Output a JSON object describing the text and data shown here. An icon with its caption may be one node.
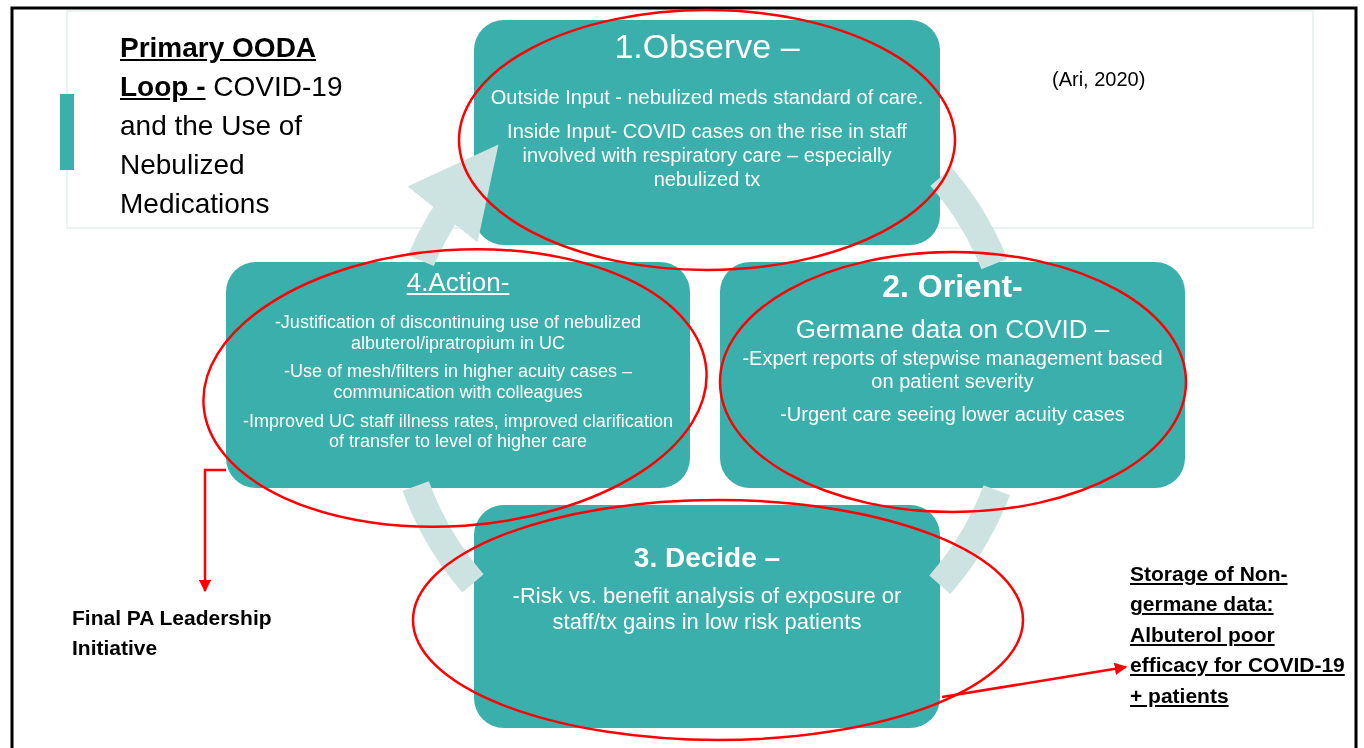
{
  "diagram": {
    "title": "**Primary OODA Loop -** COVID-19 and the Use of Nebulized Medications",
    "nodes": [
      {
        "text": [
          "1.Observe –",
          "Outside Input - nebulized meds standard of care.",
          "Inside Input- COVID cases on the rise in staff involved with respiratory care – especially nebulized tx"
        ]
      },
      {
        "text": [
          "2. Orient-",
          "Germane data on COVID –",
          "-Expert reports of stepwise management based on patient severity",
          "-Urgent care seeing lower acuity cases"
        ]
      },
      {
        "text": [
          "3. Decide –",
          "-Risk vs. benefit analysis of exposure or staff/tx gains in low risk patients"
        ]
      },
      {
        "text": [
          "4.Action-",
          "-Justification of discontinuing use of nebulized albuterol/ipratropium in UC",
          "-Use of mesh/filters in higher acuity cases – communication with colleagues",
          "-Improved UC staff illness rates, improved clarification of transfer to level of higher care"
        ]
      },
      {
        "text": [
          "Final PA  Leadership Initiative"
        ]
      },
      {
        "text": [
          "Storage of Non-germane data: Albuterol poor efficacy for COVID-19 + patients"
        ]
      }
    ],
    "edges": [
      {
        "from": 0,
        "to": 1,
        "arrow": "none"
      },
      {
        "from": 1,
        "to": 2,
        "arrow": "none"
      },
      {
        "from": 2,
        "to": 3,
        "arrow": "none"
      },
      {
        "from": 3,
        "to": 0,
        "arrow": "to"
      },
      {
        "from": 3,
        "to": 4,
        "arrow": "to",
        "color": "#ff0000"
      },
      {
        "from": 2,
        "to": 5,
        "arrow": "to",
        "color": "#ff0000"
      }
    ],
    "labels": [
      "(Ari, 2020)"
    ]
  }
}
